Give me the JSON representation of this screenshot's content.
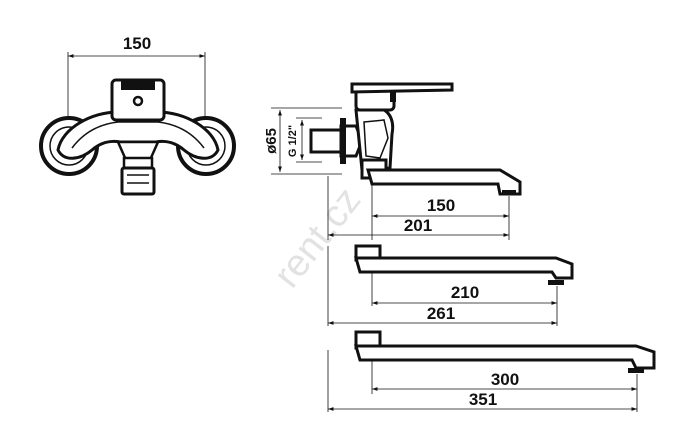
{
  "drawing": {
    "front_view": {
      "width_label": "150"
    },
    "side_view": {
      "diameter_label": "ø65",
      "thread_label": "G 1/2\"",
      "spout_short": {
        "reach_label": "150",
        "total_label": "201"
      }
    },
    "spout_medium": {
      "reach_label": "210",
      "total_label": "261"
    },
    "spout_long": {
      "reach_label": "300",
      "total_label": "351"
    },
    "watermark": "rent.cz"
  }
}
